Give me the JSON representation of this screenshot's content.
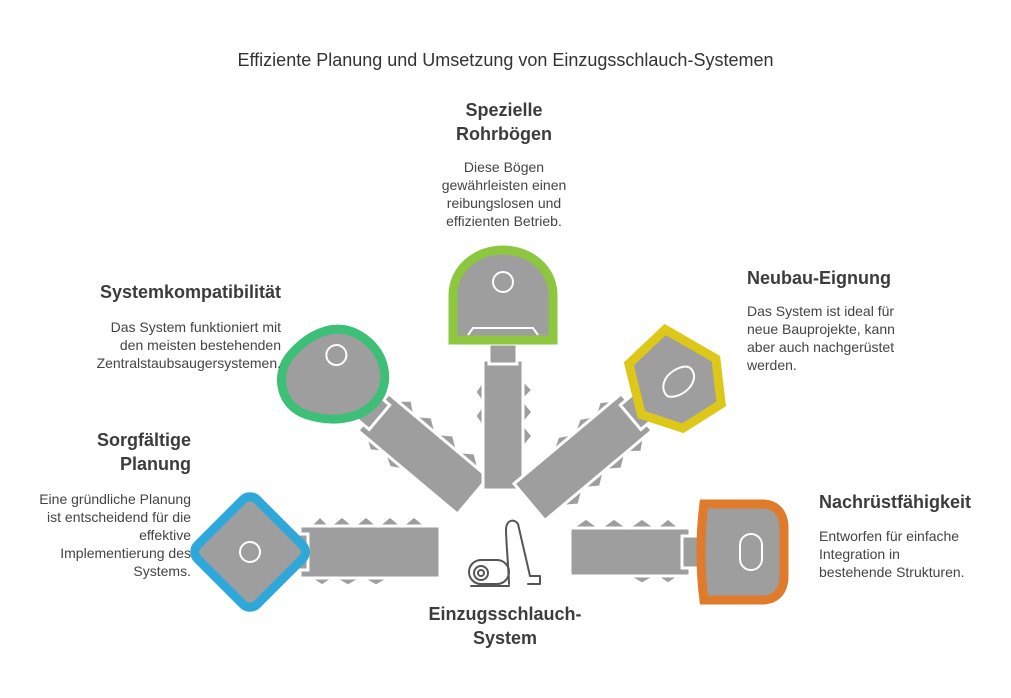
{
  "title": "Effiziente Planung und Umsetzung von Einzugsschlauch-Systemen",
  "center": {
    "label": "Einzugsschlauch-\nSystem",
    "icon": "vacuum-cleaner-icon"
  },
  "colors": {
    "key_body": "#9e9e9e",
    "key_stroke": "#ffffff",
    "icon_stroke": "#555555"
  },
  "items": [
    {
      "id": "sorgfaeltige-planung",
      "title": "Sorgfältige\nPlanung",
      "description": "Eine gründliche Planung\nist entscheidend für die\neffektive\nImplementierung des\nSystems.",
      "color": "#2ea7d9",
      "icon": "key-icon"
    },
    {
      "id": "systemkompatibilitaet",
      "title": "Systemkompatibilität",
      "description": "Das System funktioniert mit\nden meisten bestehenden\nZentralstaubsaugersystemen.",
      "color": "#3dbf77",
      "icon": "key-icon"
    },
    {
      "id": "spezielle-rohrboegen",
      "title": "Spezielle\nRohrbögen",
      "description": "Diese Bögen\ngewährleisten einen\nreibungslosen und\neffizienten Betrieb.",
      "color": "#8dc63f",
      "icon": "key-icon"
    },
    {
      "id": "neubau-eignung",
      "title": "Neubau-Eignung",
      "description": "Das System ist ideal für\nneue Bauprojekte, kann\naber auch nachgerüstet\nwerden.",
      "color": "#ddc81a",
      "icon": "key-icon"
    },
    {
      "id": "nachruestfaehigkeit",
      "title": "Nachrüstfähigkeit",
      "description": "Entworfen für einfache\nIntegration in\nbestehende Strukturen.",
      "color": "#e07b2b",
      "icon": "key-icon"
    }
  ]
}
